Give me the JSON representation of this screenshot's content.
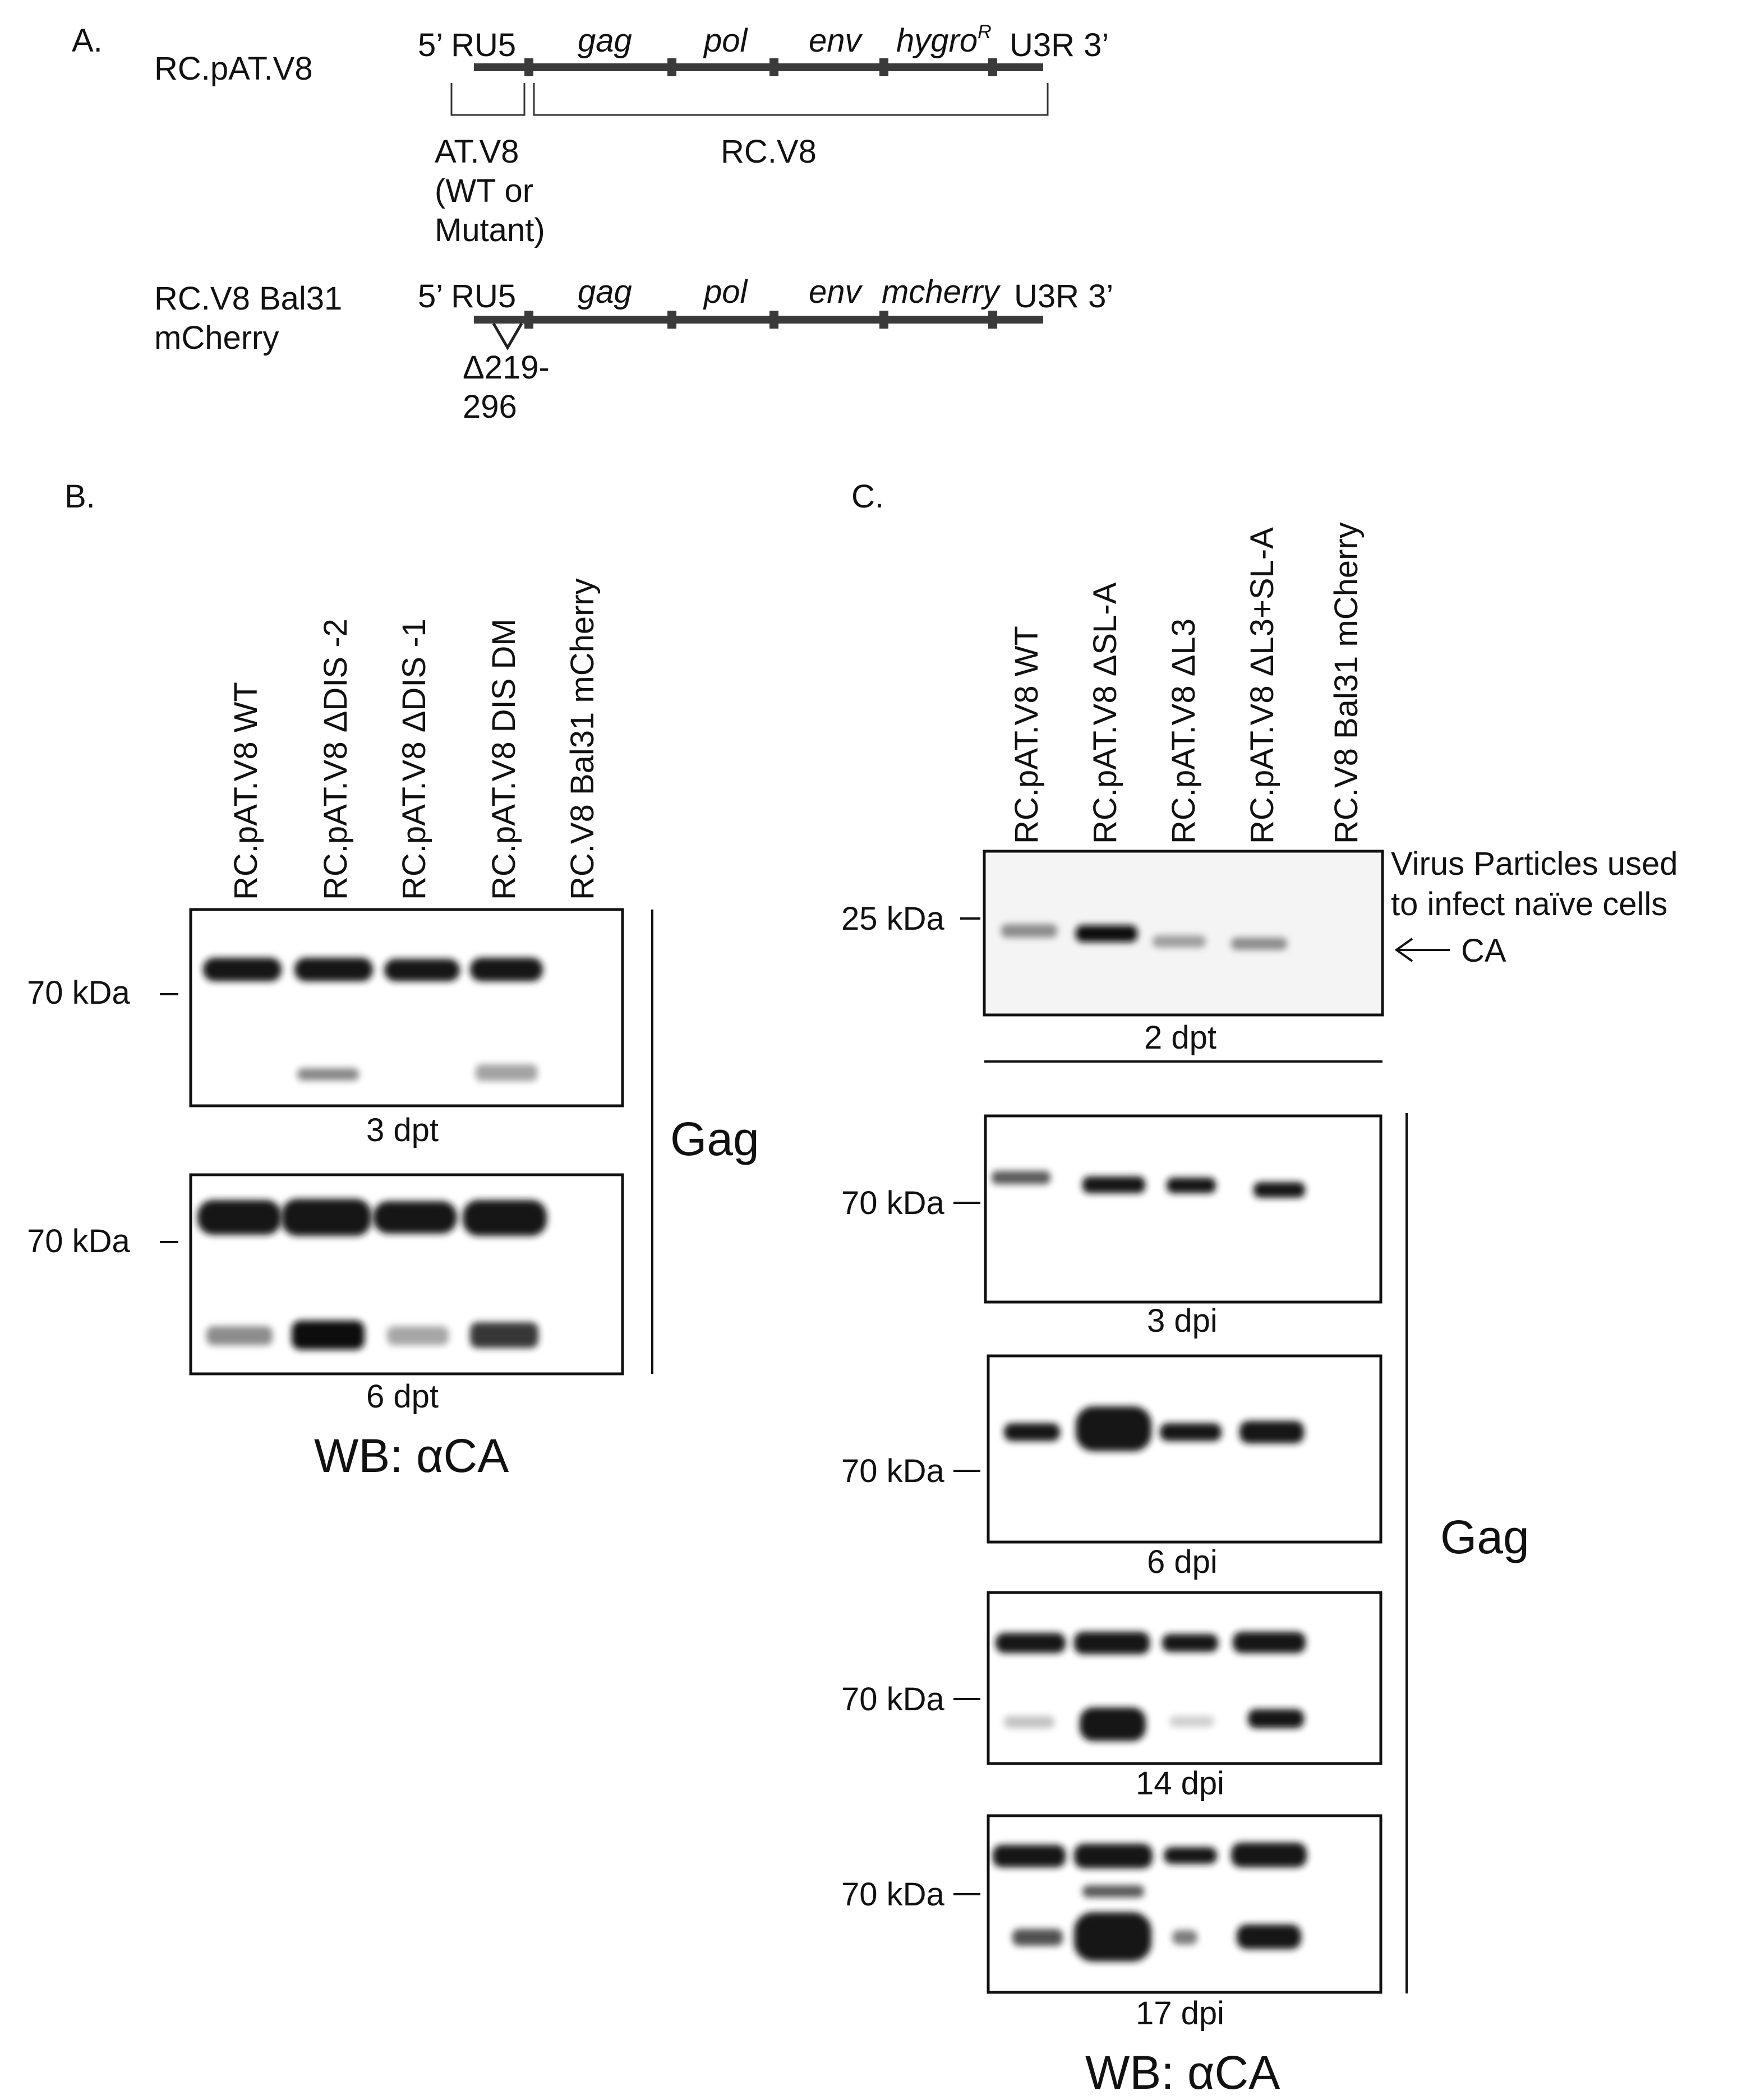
{
  "panelA": {
    "label": "A.",
    "construct1": {
      "name": "RC.pAT.V8",
      "ltr5": "5’ RU5",
      "genes": [
        "gag",
        "pol",
        "env",
        "hygro"
      ],
      "hygro_superscript": "R",
      "ltr3": "U3R 3’",
      "bracket_left_label": [
        "AT.V8",
        "(WT or",
        "Mutant)"
      ],
      "bracket_right_label": "RC.V8"
    },
    "construct2": {
      "name_lines": [
        "RC.V8 Bal31",
        "mCherry"
      ],
      "ltr5": "5’ RU5",
      "genes": [
        "gag",
        "pol",
        "env",
        "mcherry"
      ],
      "ltr3": "U3R 3’",
      "deletion_label": [
        "Δ219-",
        "296"
      ]
    }
  },
  "panelB": {
    "label": "B.",
    "lanes": [
      "RC.pAT.V8 WT",
      "RC.pAT.V8 ΔDIS -2",
      "RC.pAT.V8 ΔDIS -1",
      "RC.pAT.V8 DIS DM",
      "RC.V8 Bal31 mCherry"
    ],
    "blots": [
      {
        "marker": "70 kDa",
        "time": "3 dpt"
      },
      {
        "marker": "70 kDa",
        "time": "6 dpt"
      }
    ],
    "bracket_label": "Gag",
    "footer": "WB: αCA"
  },
  "panelC": {
    "label": "C.",
    "lanes": [
      "RC.pAT.V8 WT",
      "RC.pAT.V8 ΔSL-A",
      "RC.pAT.V8 ΔL3",
      "RC.pAT.V8 ΔL3+SL-A",
      "RC.V8 Bal31 mCherry"
    ],
    "top_blot": {
      "marker": "25 kDa",
      "time": "2 dpt",
      "note_lines": [
        "Virus Particles used",
        "to infect naïve cells"
      ],
      "arrow_label": "CA"
    },
    "blots": [
      {
        "marker": "70 kDa",
        "time": "3 dpi"
      },
      {
        "marker": "70 kDa",
        "time": "6 dpi"
      },
      {
        "marker": "70 kDa",
        "time": "14 dpi"
      },
      {
        "marker": "70 kDa",
        "time": "17 dpi"
      }
    ],
    "bracket_label": "Gag",
    "footer": "WB: αCA"
  }
}
